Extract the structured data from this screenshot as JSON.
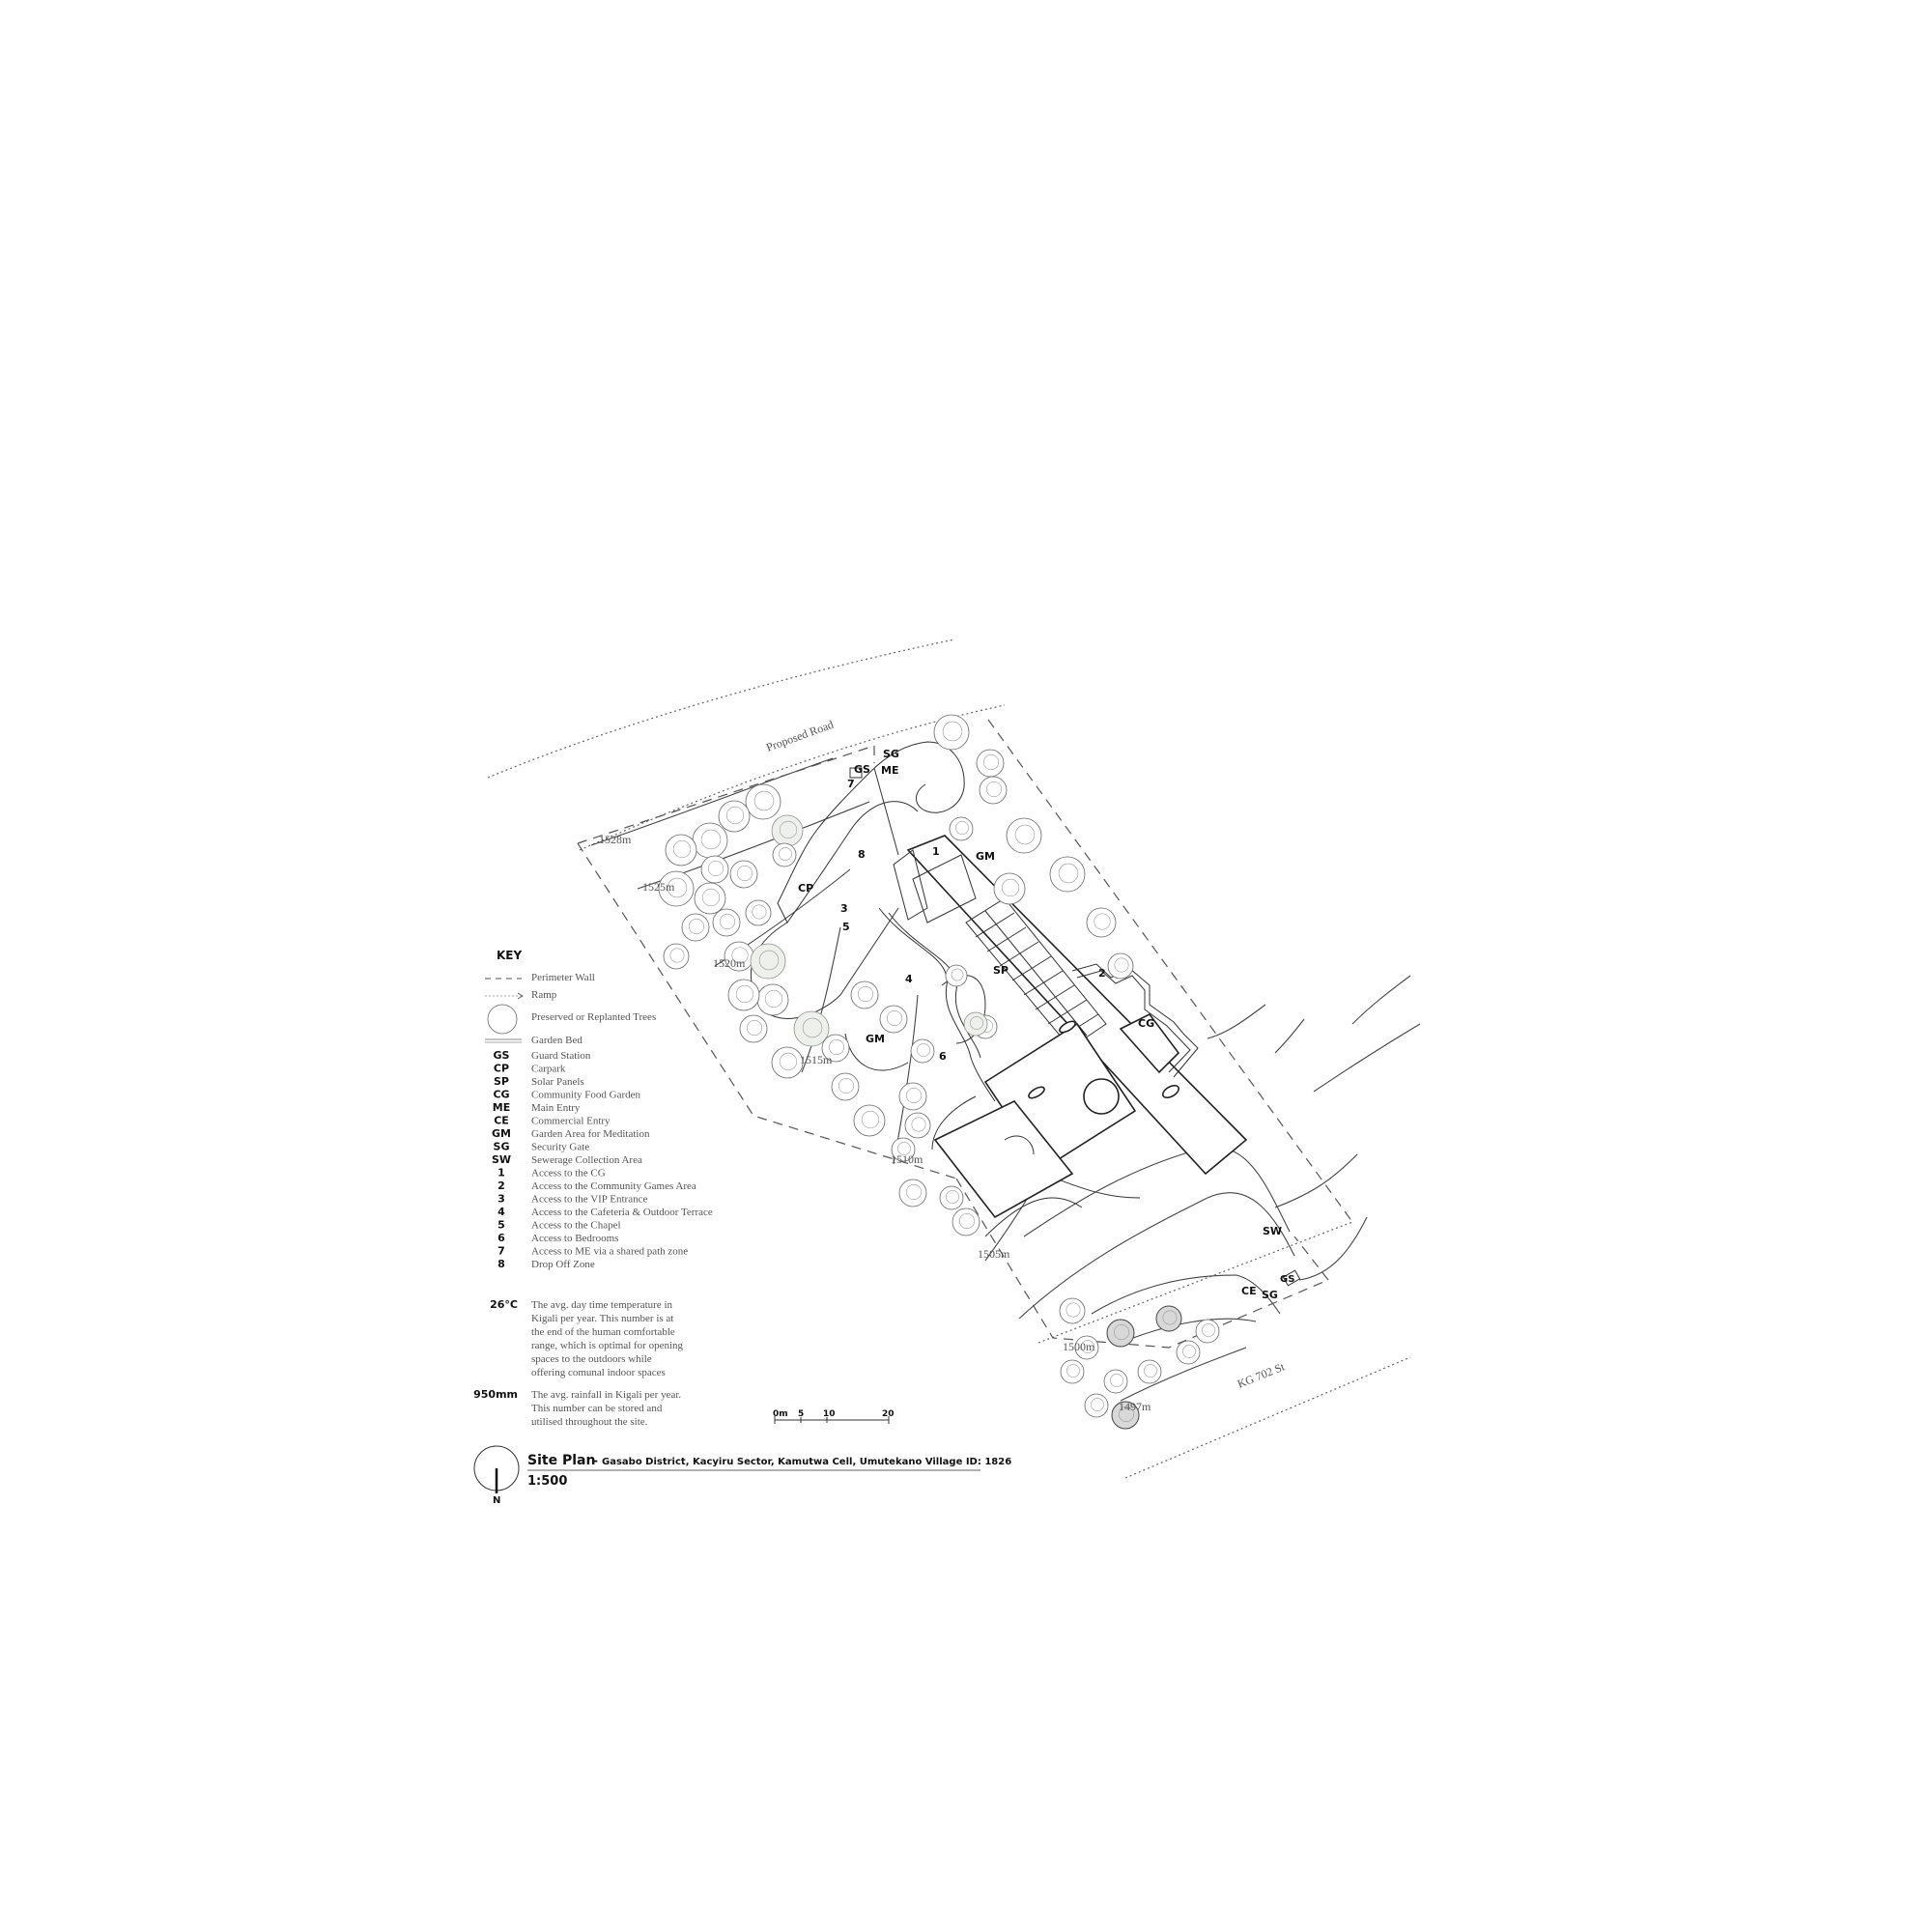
{
  "plan": {
    "roads": {
      "proposed": "Proposed Road",
      "street": "KG 702 St"
    },
    "elevations": [
      "1528m",
      "1525m",
      "1520m",
      "1515m",
      "1510m",
      "1505m",
      "1500m",
      "1497m"
    ],
    "zone_labels": {
      "gs_top": "GS",
      "sg_top": "SG",
      "me": "ME",
      "n7": "7",
      "cp": "CP",
      "n8": "8",
      "n3": "3",
      "n5": "5",
      "n1": "1",
      "gm_top": "GM",
      "sp": "SP",
      "n2": "2",
      "n4": "4",
      "cg": "CG",
      "gm_left": "GM",
      "n6": "6",
      "sw": "SW",
      "ce": "CE",
      "sg_bottom": "SG",
      "gs_bottom": "GS"
    }
  },
  "key": {
    "title": "KEY",
    "symbols": [
      {
        "label": "Perimeter Wall"
      },
      {
        "label": "Ramp"
      },
      {
        "label": "Preserved or Replanted Trees"
      },
      {
        "label": "Garden Bed"
      }
    ],
    "codes": [
      {
        "code": "GS",
        "label": "Guard Station"
      },
      {
        "code": "CP",
        "label": "Carpark"
      },
      {
        "code": "SP",
        "label": "Solar Panels"
      },
      {
        "code": "CG",
        "label": "Community Food Garden"
      },
      {
        "code": "ME",
        "label": "Main Entry"
      },
      {
        "code": "CE",
        "label": "Commercial Entry"
      },
      {
        "code": "GM",
        "label": "Garden Area for Meditation"
      },
      {
        "code": "SG",
        "label": "Security Gate"
      },
      {
        "code": "SW",
        "label": "Sewerage Collection Area"
      },
      {
        "code": "1",
        "label": "Access to the CG"
      },
      {
        "code": "2",
        "label": "Access to the Community Games Area"
      },
      {
        "code": "3",
        "label": "Access to the VIP Entrance"
      },
      {
        "code": "4",
        "label": "Access to the Cafeteria & Outdoor Terrace"
      },
      {
        "code": "5",
        "label": "Access to the Chapel"
      },
      {
        "code": "6",
        "label": "Access to Bedrooms"
      },
      {
        "code": "7",
        "label": "Access to ME via a shared path zone"
      },
      {
        "code": "8",
        "label": "Drop Off Zone"
      }
    ]
  },
  "stats": [
    {
      "value": "26°C",
      "lines": [
        "The avg. day time temperature in",
        "Kigali per year.  This number is at",
        "the end of the human comfortable",
        "range, which is optimal for opening",
        "spaces to the outdoors while",
        "offering comunal indoor spaces"
      ]
    },
    {
      "value": "950mm",
      "lines": [
        "The avg. rainfall in Kigali per year.",
        "This number can be stored and",
        "utilised throughout the site."
      ]
    }
  ],
  "scale_bar": {
    "labels": [
      "0m",
      "5",
      "10",
      "20"
    ]
  },
  "title_block": {
    "title": "Site Plan",
    "separator": "-",
    "subtitle": "Gasabo District, Kacyiru Sector, Kamutwa Cell, Umutekano Village ID: 1826",
    "scale": "1:500",
    "north": "N"
  }
}
